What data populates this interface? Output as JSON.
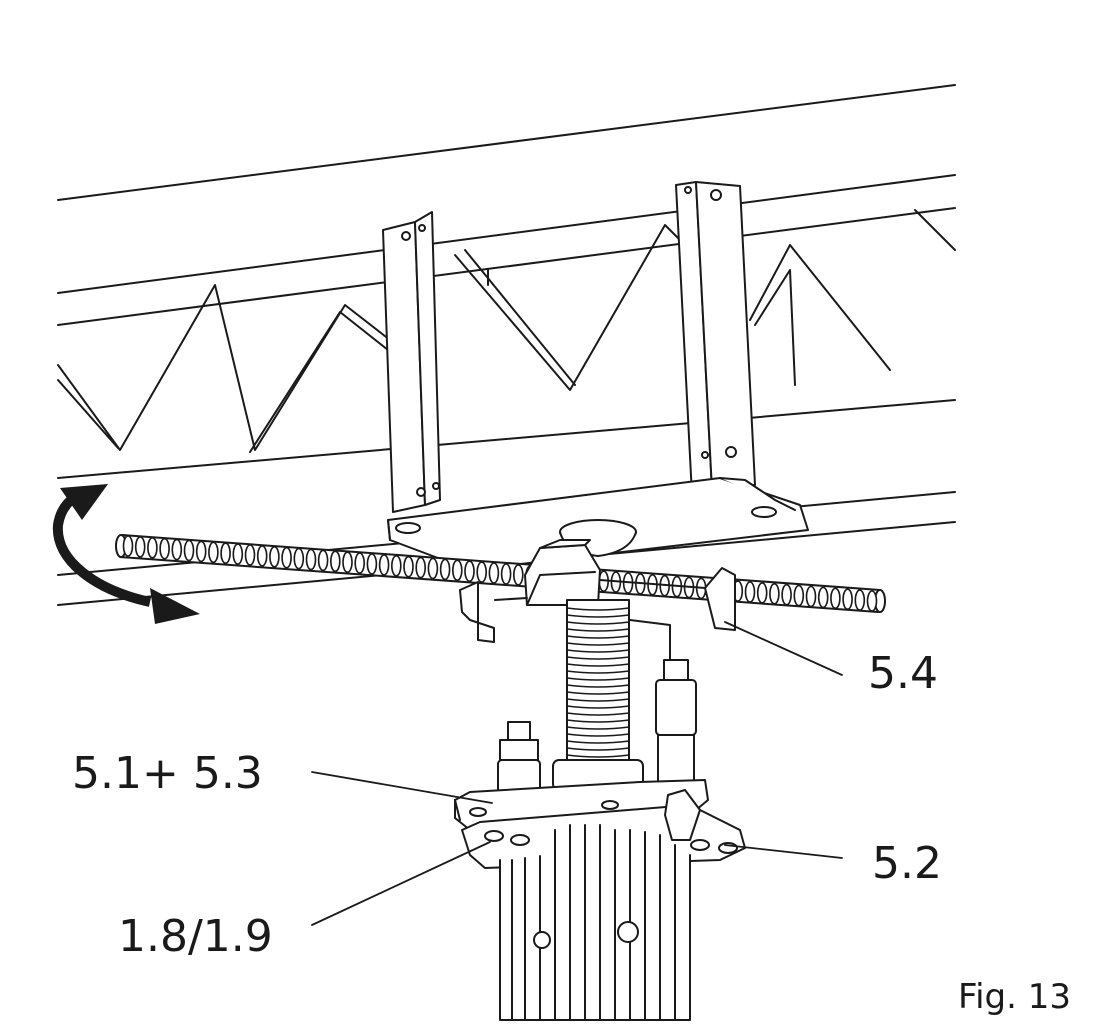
{
  "figure": {
    "caption": "Fig. 13"
  },
  "callouts": [
    {
      "id": "5.4",
      "text": "5.4"
    },
    {
      "id": "5.1+5.3",
      "text": "5.1+ 5.3"
    },
    {
      "id": "5.2",
      "text": "5.2"
    },
    {
      "id": "1.8/1.9",
      "text": "1.8/1.9"
    }
  ],
  "colors": {
    "line": "#1a1a1a",
    "fill": "#ffffff",
    "arrow": "#1a1a1a"
  }
}
